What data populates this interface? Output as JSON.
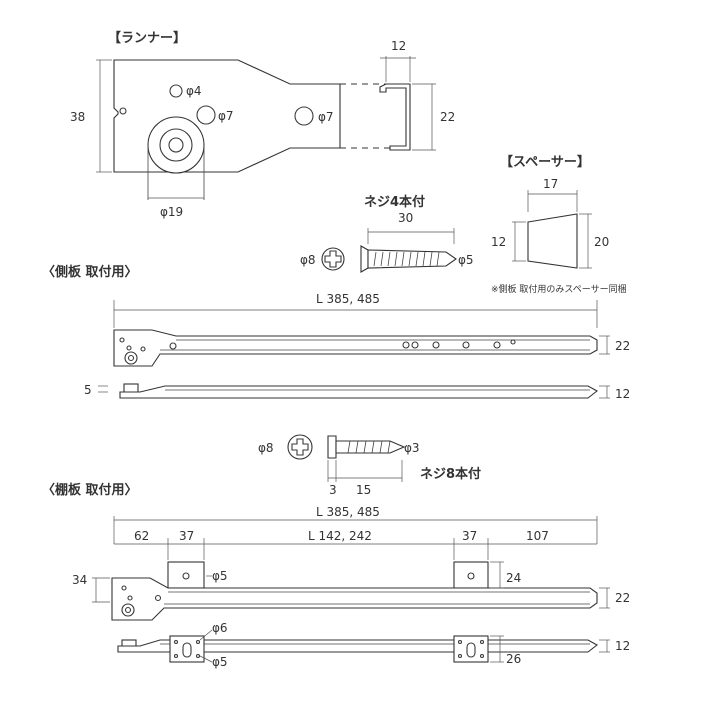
{
  "runner": {
    "heading": "【ランナー】",
    "dim_38": "38",
    "dim_12": "12",
    "dim_22": "22",
    "dim_phi19": "φ19",
    "dim_phi4": "φ4",
    "dim_phi7_a": "φ7",
    "dim_phi7_b": "φ7"
  },
  "screw1": {
    "heading": "ネジ4本付",
    "dim_30": "30",
    "dim_phi8": "φ8",
    "dim_phi5": "φ5"
  },
  "spacer": {
    "heading": "【スペーサー】",
    "dim_17": "17",
    "dim_12": "12",
    "dim_20": "20",
    "note": "※側板 取付用のみスペーサー同梱"
  },
  "side": {
    "heading": "〈側板 取付用〉",
    "dim_length": "L 385, 485",
    "dim_22": "22",
    "dim_12": "12",
    "dim_5": "5"
  },
  "screw2": {
    "heading": "ネジ8本付",
    "dim_phi8": "φ8",
    "dim_phi3": "φ3",
    "dim_3": "3",
    "dim_15": "15"
  },
  "shelf": {
    "heading": "〈棚板 取付用〉",
    "dim_length": "L 385, 485",
    "dim_62": "62",
    "dim_37_a": "37",
    "dim_inner": "L 142, 242",
    "dim_37_b": "37",
    "dim_107": "107",
    "dim_34": "34",
    "dim_24": "24",
    "dim_22": "22",
    "dim_12": "12",
    "dim_26": "26",
    "dim_phi5_a": "φ5",
    "dim_phi6": "φ6",
    "dim_phi5_b": "φ5"
  }
}
